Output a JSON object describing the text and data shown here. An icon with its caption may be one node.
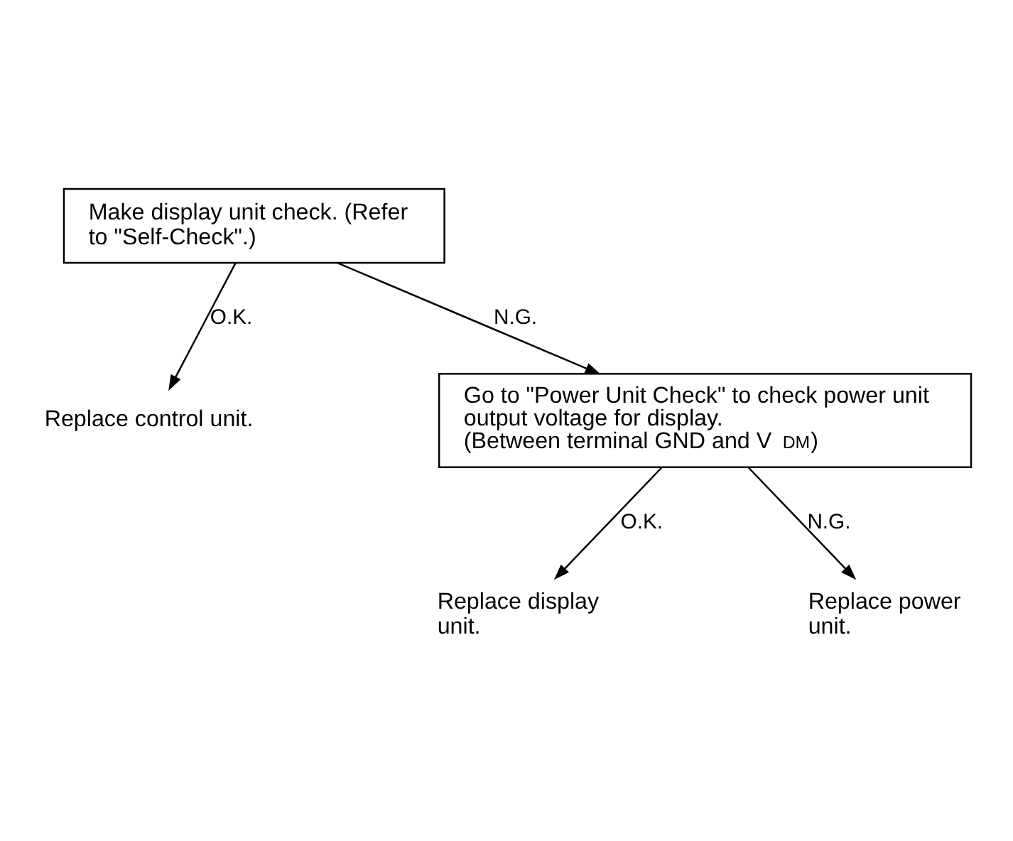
{
  "diagram": {
    "nodes": [
      {
        "text": [
          "Make display unit check. (Refer to \"Self-Check\".)"
        ]
      },
      {
        "text": [
          "Replace control unit."
        ]
      },
      {
        "text": [
          "Go to \"Power Unit Check\" to check power unit output voltage for display.",
          "(Between terminal GND and V$_{DM}$)"
        ]
      },
      {
        "text": [
          "Replace display unit."
        ]
      },
      {
        "text": [
          "Replace power unit."
        ]
      }
    ],
    "edges": [
      {
        "from": 0,
        "to": 1,
        "arrow": "to",
        "label": "O.K."
      },
      {
        "from": 0,
        "to": 2,
        "arrow": "to",
        "label": "N.G."
      },
      {
        "from": 2,
        "to": 3,
        "arrow": "to",
        "label": "O.K."
      },
      {
        "from": 2,
        "to": 4,
        "arrow": "to",
        "label": "N.G."
      }
    ]
  }
}
